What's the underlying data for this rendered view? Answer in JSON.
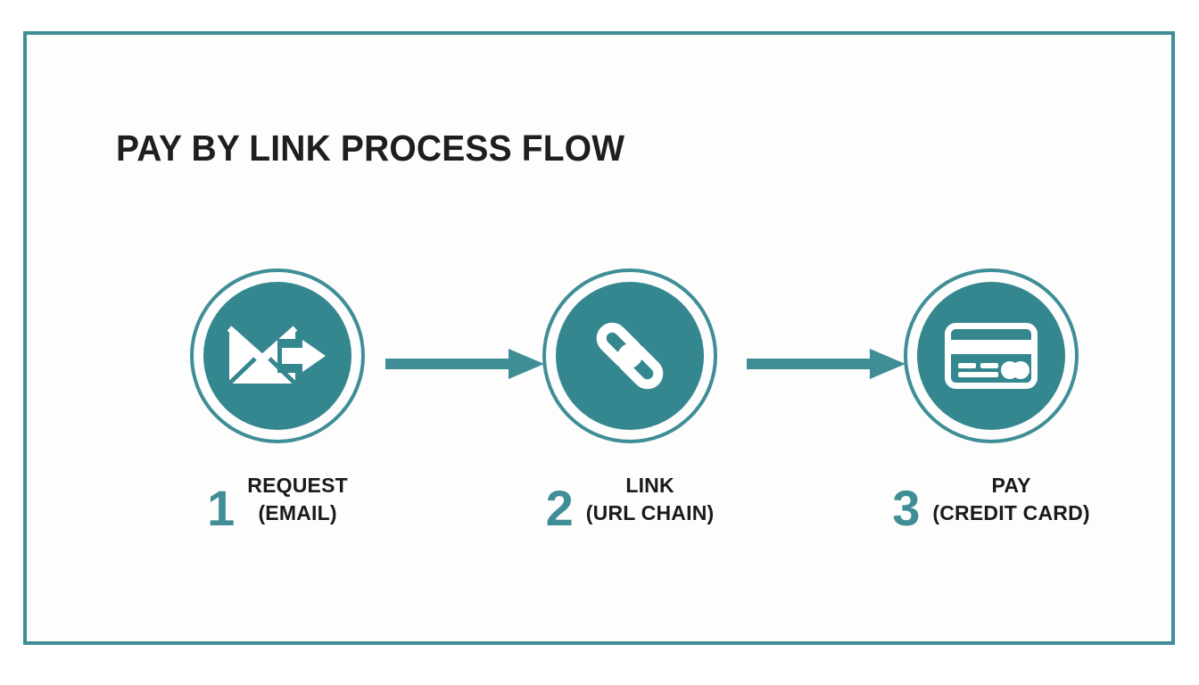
{
  "page": {
    "title": "PAY BY LINK PROCESS FLOW",
    "background_color": "#ffffff",
    "panel_color": "#fdfdfd",
    "accent_color": "#3f8e96",
    "disc_color": "#35878f",
    "text_color": "#1a1a1a"
  },
  "steps": [
    {
      "number": "1",
      "line1": "REQUEST",
      "line2": "(EMAIL)",
      "icon": "envelope-send-icon"
    },
    {
      "number": "2",
      "line1": "LINK",
      "line2": "(URL CHAIN)",
      "icon": "chain-link-icon"
    },
    {
      "number": "3",
      "line1": "PAY",
      "line2": "(CREDIT CARD)",
      "icon": "credit-card-icon"
    }
  ],
  "connectors": [
    {
      "name": "arrow-step1-to-step2"
    },
    {
      "name": "arrow-step2-to-step3"
    }
  ]
}
